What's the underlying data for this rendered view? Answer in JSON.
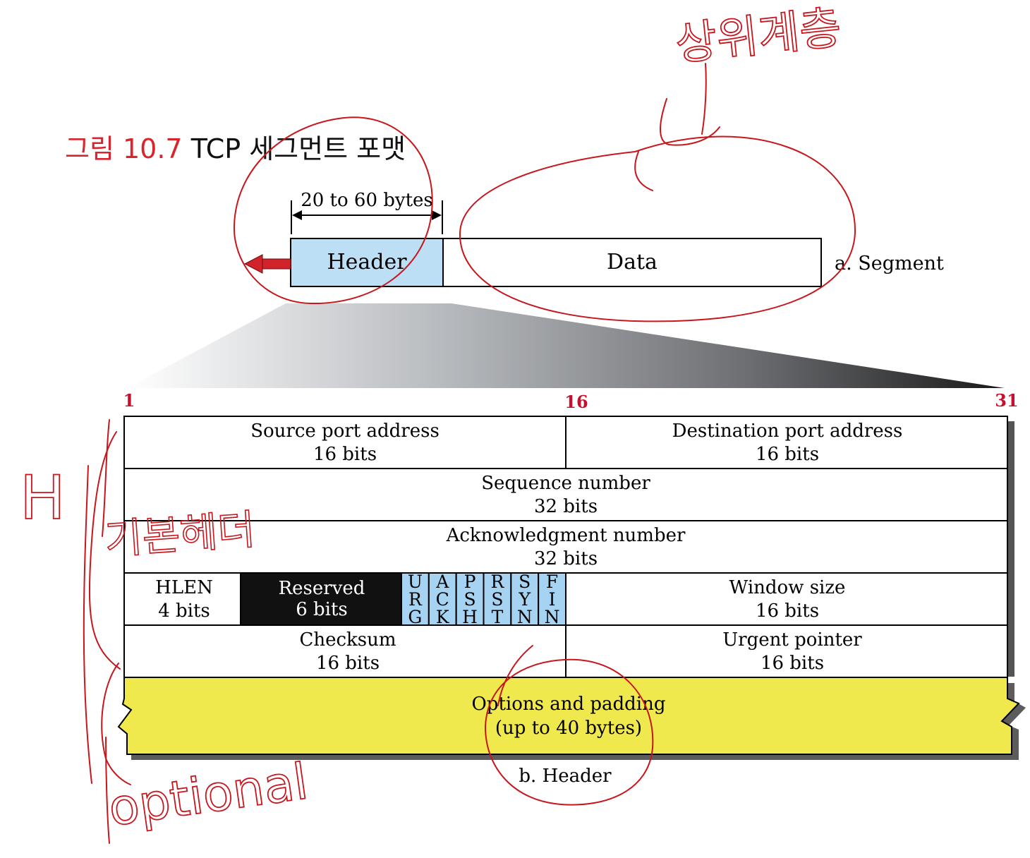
{
  "title": {
    "figure_prefix": "그림 10.7",
    "figure_text": "TCP 세그먼트 포맷"
  },
  "segment": {
    "size_label": "20 to 60 bytes",
    "header_label": "Header",
    "data_label": "Data",
    "caption": "a. Segment"
  },
  "header": {
    "bit_labels": {
      "start": "1",
      "middle": "16",
      "end": "31"
    },
    "source_port": {
      "name": "Source port address",
      "bits": "16 bits"
    },
    "dest_port": {
      "name": "Destination port address",
      "bits": "16 bits"
    },
    "sequence": {
      "name": "Sequence number",
      "bits": "32 bits"
    },
    "ack": {
      "name": "Acknowledgment number",
      "bits": "32 bits"
    },
    "hlen": {
      "name": "HLEN",
      "bits": "4 bits"
    },
    "reserved": {
      "name": "Reserved",
      "bits": "6 bits"
    },
    "flags": [
      {
        "letters": [
          "U",
          "R",
          "G"
        ]
      },
      {
        "letters": [
          "A",
          "C",
          "K"
        ]
      },
      {
        "letters": [
          "P",
          "S",
          "H"
        ]
      },
      {
        "letters": [
          "R",
          "S",
          "T"
        ]
      },
      {
        "letters": [
          "S",
          "Y",
          "N"
        ]
      },
      {
        "letters": [
          "F",
          "I",
          "N"
        ]
      }
    ],
    "window": {
      "name": "Window size",
      "bits": "16 bits"
    },
    "checksum": {
      "name": "Checksum",
      "bits": "16 bits"
    },
    "urgent": {
      "name": "Urgent pointer",
      "bits": "16 bits"
    },
    "options": {
      "name": "Options and padding",
      "bits": "(up to 40 bytes)"
    },
    "caption": "b. Header"
  },
  "handwriting": {
    "top_right": "상위계층",
    "left_h": "H",
    "left_basic": "기본헤더",
    "bottom_optional": "optional"
  },
  "colors": {
    "title_red": "#d8242c",
    "header_blue": "#bcdff6",
    "flag_blue": "#a7d3f2",
    "reserved_black": "#111111",
    "options_yellow": "#efe94e",
    "ink_red": "#c8161d",
    "bit_number_red": "#c8102e"
  }
}
